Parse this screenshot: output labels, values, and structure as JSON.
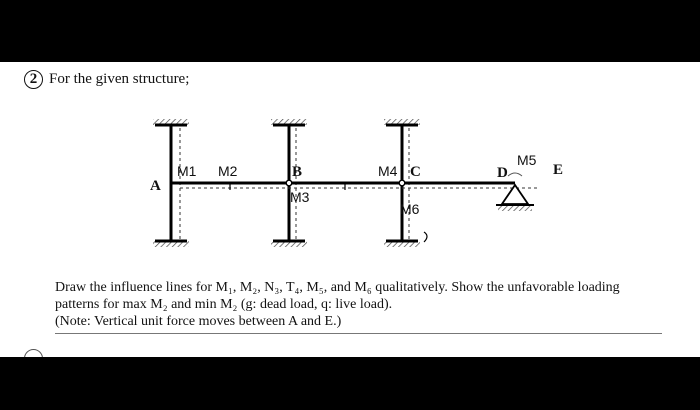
{
  "question": {
    "number": "2",
    "title": "For the given structure;"
  },
  "figure": {
    "point_labels": {
      "A": "A",
      "B": "B",
      "C": "C",
      "D": "D",
      "E": "E"
    },
    "section_labels": {
      "M1": "M1",
      "M2": "M2",
      "M3": "M3",
      "M4": "M4",
      "M5": "M5",
      "M6": "M6"
    }
  },
  "problem": {
    "line1": "Draw the influence lines for M₁, M₂, N₃, T₄, M₅, and M₆ qualitatively. Show the unfavorable loading",
    "line2": "patterns for max M₂ and min M₂ (g: dead load, q: live load).",
    "line3": "(Note: Vertical unit force moves between A and E.)"
  }
}
